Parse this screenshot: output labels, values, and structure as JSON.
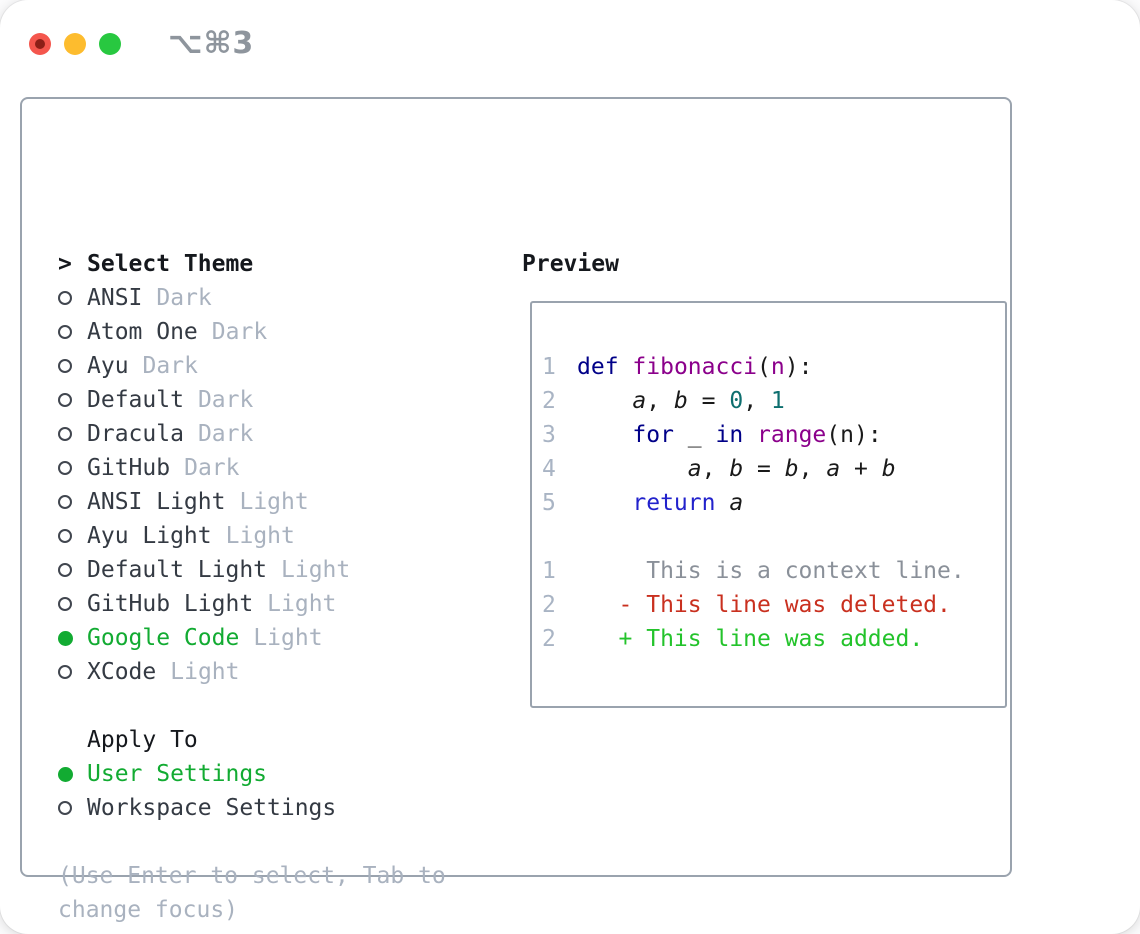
{
  "titlebar": {
    "title": "⌥⌘3",
    "lights": [
      "close",
      "minimize",
      "zoom"
    ]
  },
  "colors": {
    "green": "#12ab32",
    "kwd": "#000088",
    "ret": "#2222cc",
    "typ": "#8b008b",
    "num": "#0e6f6f",
    "context": "#8a9099",
    "deleted": "#c9301f",
    "added": "#23c32b",
    "border": "#9aa3ae",
    "tag_gray": "#a9b2bf"
  },
  "theme_panel": {
    "header": {
      "prompt": ">",
      "label": "Select Theme"
    },
    "themes": [
      {
        "name": "ANSI",
        "variant": "Dark",
        "selected": false
      },
      {
        "name": "Atom One",
        "variant": "Dark",
        "selected": false
      },
      {
        "name": "Ayu",
        "variant": "Dark",
        "selected": false
      },
      {
        "name": "Default",
        "variant": "Dark",
        "selected": false
      },
      {
        "name": "Dracula",
        "variant": "Dark",
        "selected": false
      },
      {
        "name": "GitHub",
        "variant": "Dark",
        "selected": false
      },
      {
        "name": "ANSI Light",
        "variant": "Light",
        "selected": false
      },
      {
        "name": "Ayu Light",
        "variant": "Light",
        "selected": false
      },
      {
        "name": "Default Light",
        "variant": "Light",
        "selected": false
      },
      {
        "name": "GitHub Light",
        "variant": "Light",
        "selected": false
      },
      {
        "name": "Google Code",
        "variant": "Light",
        "selected": true
      },
      {
        "name": "XCode",
        "variant": "Light",
        "selected": false
      }
    ],
    "apply_to": {
      "label": "Apply To",
      "options": [
        {
          "label": "User Settings",
          "selected": true
        },
        {
          "label": "Workspace Settings",
          "selected": false
        }
      ]
    },
    "hint_line1": "(Use Enter to select, Tab to",
    "hint_line2": "change focus)"
  },
  "preview": {
    "title": "Preview",
    "code_lines": [
      {
        "num": "1",
        "tokens": [
          {
            "c": "kwd",
            "t": "def"
          },
          {
            "c": "pln",
            "t": " "
          },
          {
            "c": "typ",
            "t": "fibonacci"
          },
          {
            "c": "pln",
            "t": "("
          },
          {
            "c": "typ",
            "t": "n"
          },
          {
            "c": "pln",
            "t": "):"
          }
        ]
      },
      {
        "num": "2",
        "tokens": [
          {
            "c": "pln",
            "t": "    "
          },
          {
            "c": "var",
            "t": "a"
          },
          {
            "c": "pln",
            "t": ", "
          },
          {
            "c": "var",
            "t": "b"
          },
          {
            "c": "pln",
            "t": " = "
          },
          {
            "c": "num",
            "t": "0"
          },
          {
            "c": "pln",
            "t": ", "
          },
          {
            "c": "num",
            "t": "1"
          }
        ]
      },
      {
        "num": "3",
        "tokens": [
          {
            "c": "pln",
            "t": "    "
          },
          {
            "c": "kwd",
            "t": "for"
          },
          {
            "c": "pln",
            "t": " _ "
          },
          {
            "c": "kwd",
            "t": "in"
          },
          {
            "c": "pln",
            "t": " "
          },
          {
            "c": "typ",
            "t": "range"
          },
          {
            "c": "pln",
            "t": "(n):"
          }
        ]
      },
      {
        "num": "4",
        "tokens": [
          {
            "c": "pln",
            "t": "        "
          },
          {
            "c": "var",
            "t": "a"
          },
          {
            "c": "pln",
            "t": ", "
          },
          {
            "c": "var",
            "t": "b"
          },
          {
            "c": "pln",
            "t": " = "
          },
          {
            "c": "var",
            "t": "b"
          },
          {
            "c": "pln",
            "t": ", "
          },
          {
            "c": "var",
            "t": "a"
          },
          {
            "c": "pln",
            "t": " + "
          },
          {
            "c": "var",
            "t": "b"
          }
        ]
      },
      {
        "num": "5",
        "tokens": [
          {
            "c": "pln",
            "t": "    "
          },
          {
            "c": "ret",
            "t": "return"
          },
          {
            "c": "pln",
            "t": " "
          },
          {
            "c": "var",
            "t": "a"
          }
        ]
      }
    ],
    "diff_lines": [
      {
        "num": "1",
        "type": "context",
        "text": "     This is a context line."
      },
      {
        "num": "2",
        "type": "deleted",
        "text": "   - This line was deleted."
      },
      {
        "num": "2",
        "type": "added",
        "text": "   + This line was added."
      }
    ]
  }
}
